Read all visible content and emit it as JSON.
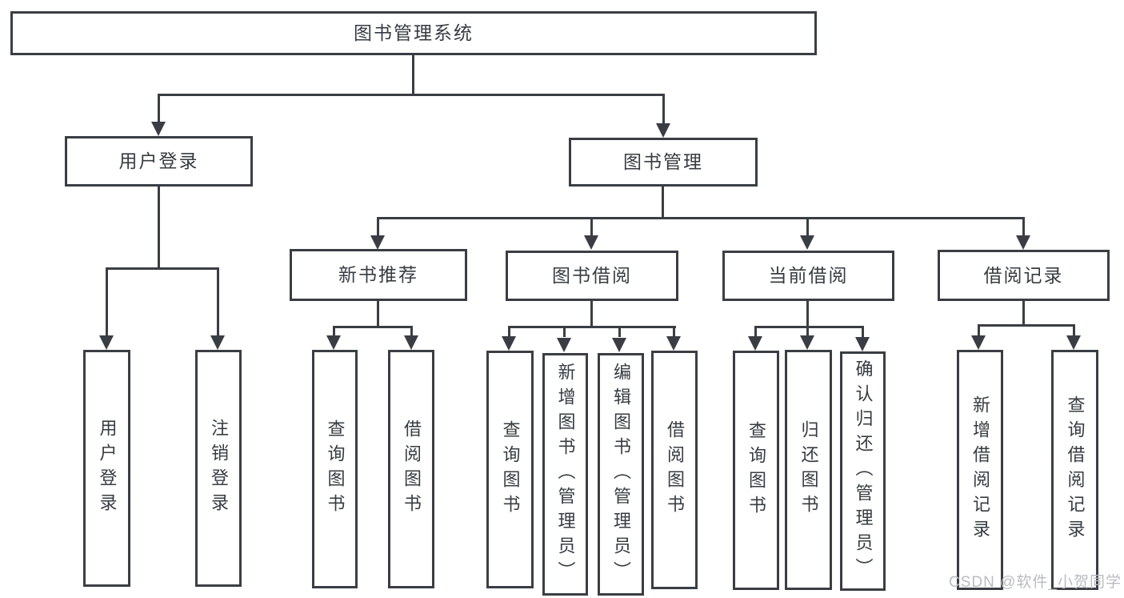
{
  "diagram_type": "hierarchy-tree",
  "colors": {
    "line": "#3a3e44",
    "text": "#373c42",
    "box_bg": "#ffffff",
    "background": "#ffffff",
    "watermark": "#b9bcc0"
  },
  "watermark": "CSDN @软件_小贺同学",
  "nodes": {
    "root": {
      "label": "图书管理系统",
      "children": [
        "user_login",
        "book_management"
      ]
    },
    "user_login": {
      "label": "用户登录",
      "children": [
        "user_login_leaf",
        "logout_leaf"
      ]
    },
    "book_management": {
      "label": "图书管理",
      "children": [
        "new_book_recommend",
        "book_borrowing",
        "current_borrowing",
        "borrowing_records"
      ]
    },
    "new_book_recommend": {
      "label": "新书推荐",
      "children": [
        "nbr_query_books",
        "nbr_borrow_books"
      ]
    },
    "book_borrowing": {
      "label": "图书借阅",
      "children": [
        "bb_query_books",
        "bb_add_books_admin",
        "bb_edit_books_admin",
        "bb_borrow_books"
      ]
    },
    "current_borrowing": {
      "label": "当前借阅",
      "children": [
        "cb_query_books",
        "cb_return_books",
        "cb_confirm_return_admin"
      ]
    },
    "borrowing_records": {
      "label": "借阅记录",
      "children": [
        "br_add_record",
        "br_query_record"
      ]
    },
    "user_login_leaf": {
      "label": "用户登录",
      "children": []
    },
    "logout_leaf": {
      "label": "注销登录",
      "children": []
    },
    "nbr_query_books": {
      "label": "查询图书",
      "children": []
    },
    "nbr_borrow_books": {
      "label": "借阅图书",
      "children": []
    },
    "bb_query_books": {
      "label": "查询图书",
      "children": []
    },
    "bb_add_books_admin": {
      "label": "新增图书（管理员）",
      "children": []
    },
    "bb_edit_books_admin": {
      "label": "编辑图书（管理员）",
      "children": []
    },
    "bb_borrow_books": {
      "label": "借阅图书",
      "children": []
    },
    "cb_query_books": {
      "label": "查询图书",
      "children": []
    },
    "cb_return_books": {
      "label": "归还图书",
      "children": []
    },
    "cb_confirm_return_admin": {
      "label": "确认归还（管理员）",
      "children": []
    },
    "br_add_record": {
      "label": "新增借阅记录",
      "children": []
    },
    "br_query_record": {
      "label": "查询借阅记录",
      "children": []
    }
  }
}
